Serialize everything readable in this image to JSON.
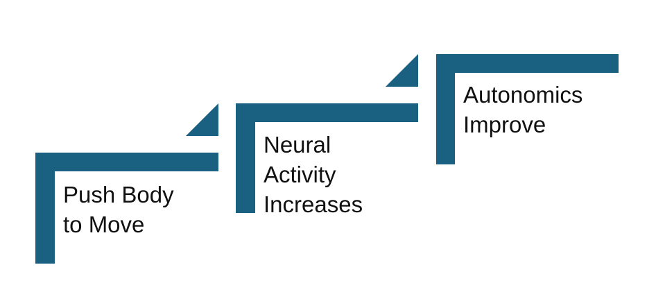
{
  "colors": {
    "accent": "#1a6080",
    "text": "#111111",
    "background": "#ffffff"
  },
  "steps": [
    {
      "lines": [
        "Push Body",
        "to Move"
      ]
    },
    {
      "lines": [
        "Neural",
        "Activity",
        "Increases"
      ]
    },
    {
      "lines": [
        "Autonomics",
        "Improve"
      ]
    }
  ]
}
